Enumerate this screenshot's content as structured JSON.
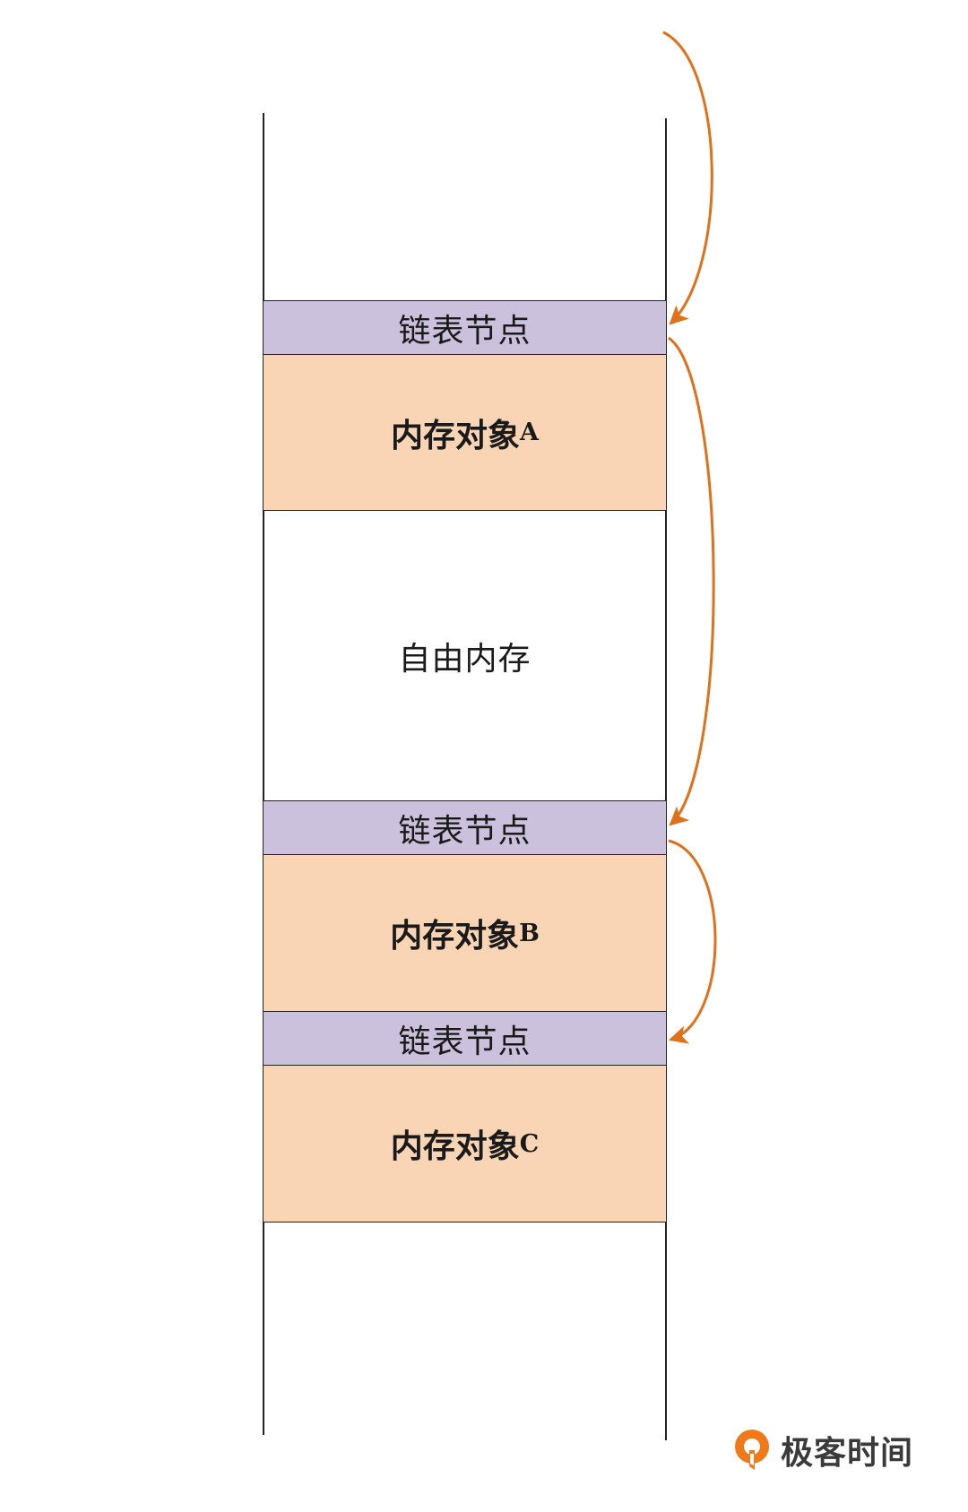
{
  "blocks": [
    {
      "kind": "node",
      "label": "链表节点"
    },
    {
      "kind": "object",
      "label": "内存对象",
      "suffix": "A"
    },
    {
      "kind": "free",
      "label": "自由内存"
    },
    {
      "kind": "node",
      "label": "链表节点"
    },
    {
      "kind": "object",
      "label": "内存对象",
      "suffix": "B"
    },
    {
      "kind": "node",
      "label": "链表节点"
    },
    {
      "kind": "object",
      "label": "内存对象",
      "suffix": "C"
    }
  ],
  "colors": {
    "node_fill": "#cbc1dc",
    "object_fill": "#fad5b5",
    "arrow": "#e0711c",
    "line": "#222222"
  },
  "logo": {
    "text": "极客时间",
    "icon": "geektime-logo-icon"
  }
}
